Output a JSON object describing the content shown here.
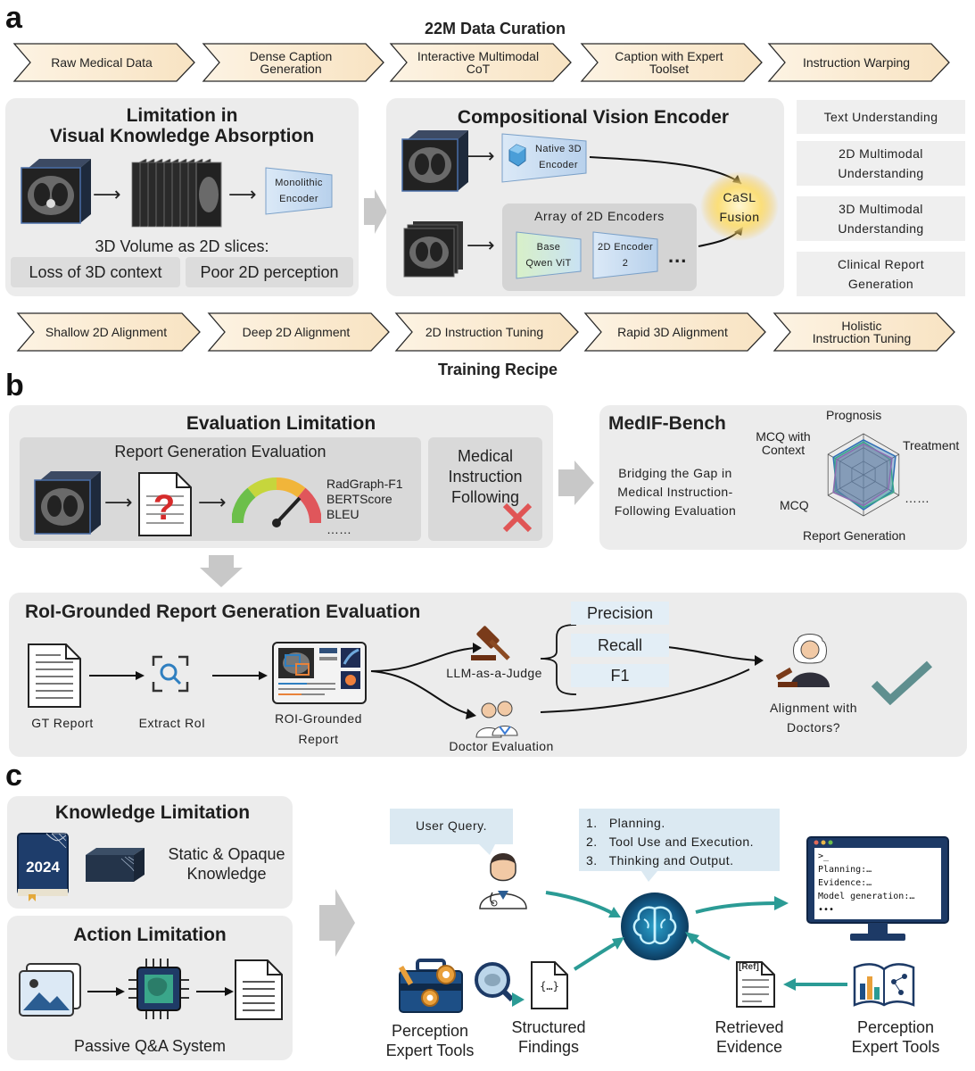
{
  "panels": {
    "a": "a",
    "b": "b",
    "c": "c"
  },
  "curation": {
    "title": "22M Data Curation",
    "steps": [
      "Raw Medical Data",
      "Dense Caption\nGeneration",
      "Interactive Multimodal\nCoT",
      "Caption with Expert\nToolset",
      "Instruction Warping"
    ]
  },
  "limitation_absorption": {
    "title": "Limitation in\nVisual Knowledge Absorption",
    "encoder": "Monolithic\nEncoder",
    "caption": "3D Volume as 2D slices:",
    "loss_3d": "Loss of 3D context",
    "poor_2d": "Poor 2D perception"
  },
  "compositional": {
    "title": "Compositional Vision Encoder",
    "native3d": "Native 3D\nEncoder",
    "array_title": "Array of 2D Encoders",
    "base": "Base\nQwen ViT",
    "enc2": "2D Encoder\n2",
    "dots": "...",
    "fusion": "CaSL\nFusion"
  },
  "capabilities": [
    "Text Understanding",
    "2D Multimodal\nUnderstanding",
    "3D Multimodal\nUnderstanding",
    "Clinical Report\nGeneration"
  ],
  "training": {
    "title": "Training Recipe",
    "steps": [
      "Shallow 2D Alignment",
      "Deep 2D Alignment",
      "2D Instruction Tuning",
      "Rapid 3D Alignment",
      "Holistic\nInstruction Tuning"
    ]
  },
  "eval_limitation": {
    "title": "Evaluation Limitation",
    "report_title": "Report Generation Evaluation",
    "metrics": "RadGraph-F1\nBERTScore\nBLEU\n……",
    "medical": "Medical\nInstruction\nFollowing"
  },
  "medif": {
    "title": "MedIF-Bench",
    "desc": "Bridging the Gap in\nMedical Instruction-\nFollowing Evaluation",
    "radar_labels": {
      "top": "Prognosis",
      "right": "Treatment",
      "left_top": "MCQ with\nContext",
      "left": "MCQ",
      "bottom": "Report Generation",
      "dots": "……"
    },
    "radar_series": [
      {
        "values": [
          0.85,
          0.9,
          0.8,
          0.85,
          0.75
        ],
        "color": "#2f6fb5"
      },
      {
        "values": [
          0.8,
          0.75,
          0.85,
          0.8,
          0.8
        ],
        "color": "#3aa68a"
      },
      {
        "values": [
          0.75,
          0.8,
          0.7,
          0.75,
          0.85
        ],
        "color": "#8c6bb1"
      }
    ]
  },
  "roi": {
    "title": "RoI-Grounded Report Generation Evaluation",
    "gt": "GT Report",
    "extract": "Extract RoI",
    "grounded": "ROI-Grounded\nReport",
    "llm": "LLM-as-a-Judge",
    "doctor": "Doctor Evaluation",
    "precision": "Precision",
    "recall": "Recall",
    "f1": "F1",
    "alignment": "Alignment with\nDoctors?"
  },
  "knowledge": {
    "title": "Knowledge Limitation",
    "year": "2024",
    "text": "Static & Opaque\nKnowledge"
  },
  "action": {
    "title": "Action Limitation",
    "text": "Passive Q&A System"
  },
  "agent": {
    "user_query": "User Query.",
    "steps": [
      "1.   Planning.",
      "2.   Tool Use and Execution.",
      "3.   Thinking and Output."
    ],
    "terminal": ">_\nPlanning:…\nEvidence:…\nModel generation:…\n•••",
    "ref": "[Ref]",
    "tools_left": "Perception\nExpert Tools",
    "structured": "Structured\nFindings",
    "braces": "{…}",
    "retrieved": "Retrieved\nEvidence",
    "tools_right": "Perception\nExpert Tools"
  },
  "colors": {
    "accent_teal": "#2b9b95",
    "fusion_glow": "#f6c545",
    "cross": "#e05555",
    "check": "#5f8f8f"
  }
}
